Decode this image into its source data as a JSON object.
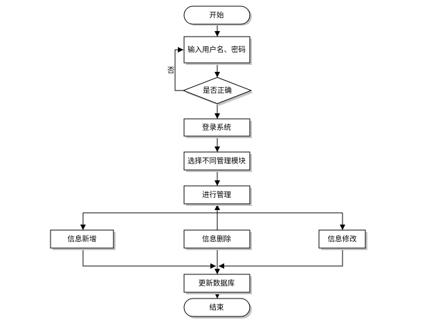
{
  "flowchart": {
    "start": "开始",
    "input": "输入用户名、密码",
    "decision": "是否正确",
    "loop_no_label": "否",
    "login": "登录系统",
    "select_module": "选择不同管理模块",
    "manage": "进行管理",
    "info_add": "信息新增",
    "info_delete": "信息删除",
    "info_modify": "信息修改",
    "update_db": "更新数据库",
    "end": "结束"
  }
}
